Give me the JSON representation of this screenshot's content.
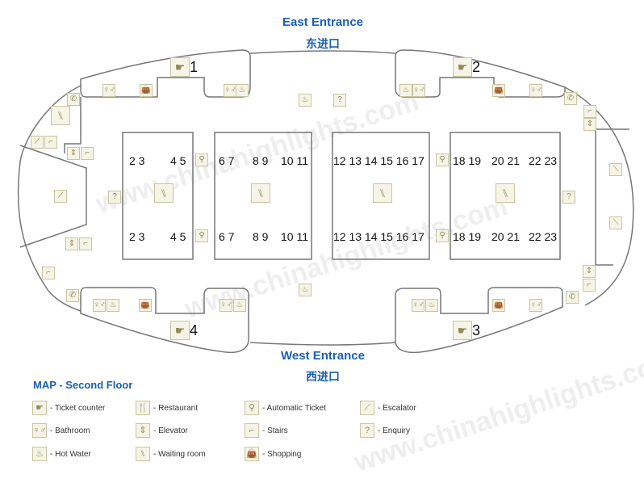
{
  "header": {
    "title_en": "East Entrance",
    "title_cn": "东进口"
  },
  "footer": {
    "title_en": "West Entrance",
    "title_cn": "西进口"
  },
  "watermark": "www.chinahighlights.com",
  "colors": {
    "title": "#1a5fb4",
    "icon_fg": "#8f8a55",
    "icon_bg": "#f6f4e6",
    "outline": "#777777"
  },
  "ticket_counters": [
    "1",
    "2",
    "3",
    "4"
  ],
  "gates": {
    "hall1": {
      "top": [
        "2 3",
        "4 5"
      ],
      "bottom": [
        "2 3",
        "4 5"
      ]
    },
    "hall2": {
      "top": [
        "6 7",
        "8 9",
        "10 11"
      ],
      "bottom": [
        "6 7",
        "8 9",
        "10 11"
      ]
    },
    "hall3": {
      "top": [
        "12 13 14 15 16 17"
      ],
      "bottom": [
        "12 13 14 15 16 17"
      ]
    },
    "hall4": {
      "top": [
        "18 19",
        "20 21",
        "22 23"
      ],
      "bottom": [
        "18 19",
        "20 21",
        "22 23"
      ]
    }
  },
  "legend": {
    "title": "MAP - Second Floor",
    "items": [
      {
        "icon": "ticket-counter-icon",
        "glyph": "☛",
        "label": "- Ticket counter"
      },
      {
        "icon": "restaurant-icon",
        "glyph": "🍴",
        "label": "- Restaurant"
      },
      {
        "icon": "automatic-ticket-icon",
        "glyph": "⚲",
        "label": "- Automatic Ticket"
      },
      {
        "icon": "escalator-icon",
        "glyph": "⟋",
        "label": "- Escalator"
      },
      {
        "icon": "bathroom-icon",
        "glyph": "♀♂",
        "label": "- Bathroom"
      },
      {
        "icon": "elevator-icon",
        "glyph": "⇕",
        "label": "- Elevator"
      },
      {
        "icon": "stairs-icon",
        "glyph": "⌐",
        "label": "- Stairs"
      },
      {
        "icon": "enquiry-icon",
        "glyph": "?",
        "label": "- Enquiry"
      },
      {
        "icon": "hot-water-icon",
        "glyph": "♨",
        "label": "- Hot Water"
      },
      {
        "icon": "waiting-room-icon",
        "glyph": "⑊",
        "label": "- Waiting room"
      },
      {
        "icon": "shopping-icon",
        "glyph": "👜",
        "label": "- Shopping"
      }
    ]
  }
}
